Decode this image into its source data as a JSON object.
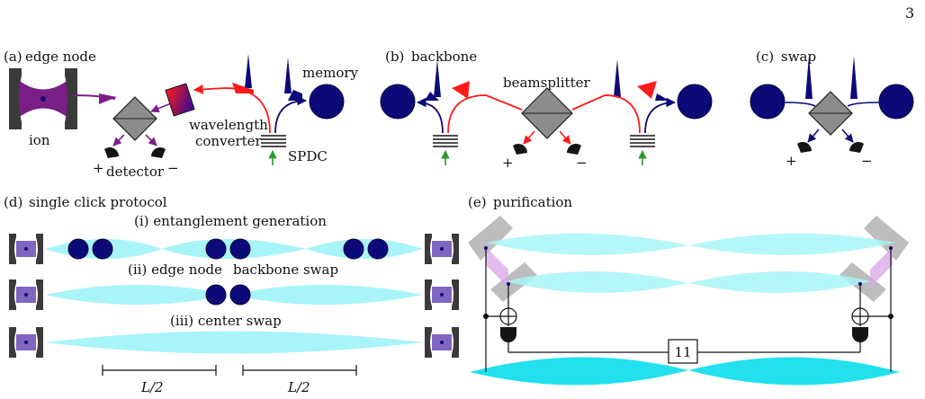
{
  "page_number": "3",
  "colors": {
    "ion_trap": "#3a3a3a",
    "ion_cavity": "#7a1f86",
    "memory": "#0c0a78",
    "photon_red": "#ff1a1a",
    "photon_blue": "#0c0a78",
    "beam": "#a8f4f8",
    "beam_dark": "#22e0ee",
    "mirror": "#bdbdbd",
    "beamsplitter": "#8c8c8c",
    "detector": "#151515",
    "pump": "#2a9a2a"
  },
  "panel_a": {
    "tag": "(a)",
    "title": "edge node",
    "ion_label": "ion",
    "converter_label_1": "wavelength",
    "converter_label_2": "converter",
    "detector_label": "detector",
    "plus": "+",
    "minus": "−",
    "spdc_label": "SPDC",
    "memory_label": "memory"
  },
  "panel_b": {
    "tag": "(b)",
    "title": "backbone",
    "beamsplitter_label": "beamsplitter",
    "plus": "+",
    "minus": "−"
  },
  "panel_c": {
    "tag": "(c)",
    "title": "swap",
    "plus": "+",
    "minus": "−"
  },
  "panel_d": {
    "tag": "(d)",
    "title": "single click protocol",
    "step_i": "(i) entanglement generation",
    "step_ii_a": "(ii) edge node",
    "step_ii_b": "backbone swap",
    "step_iii": "(iii) center swap",
    "dist_left": "L/2",
    "dist_right": "L/2"
  },
  "panel_e": {
    "tag": "(e)",
    "title": "purification",
    "outcome": "11"
  }
}
